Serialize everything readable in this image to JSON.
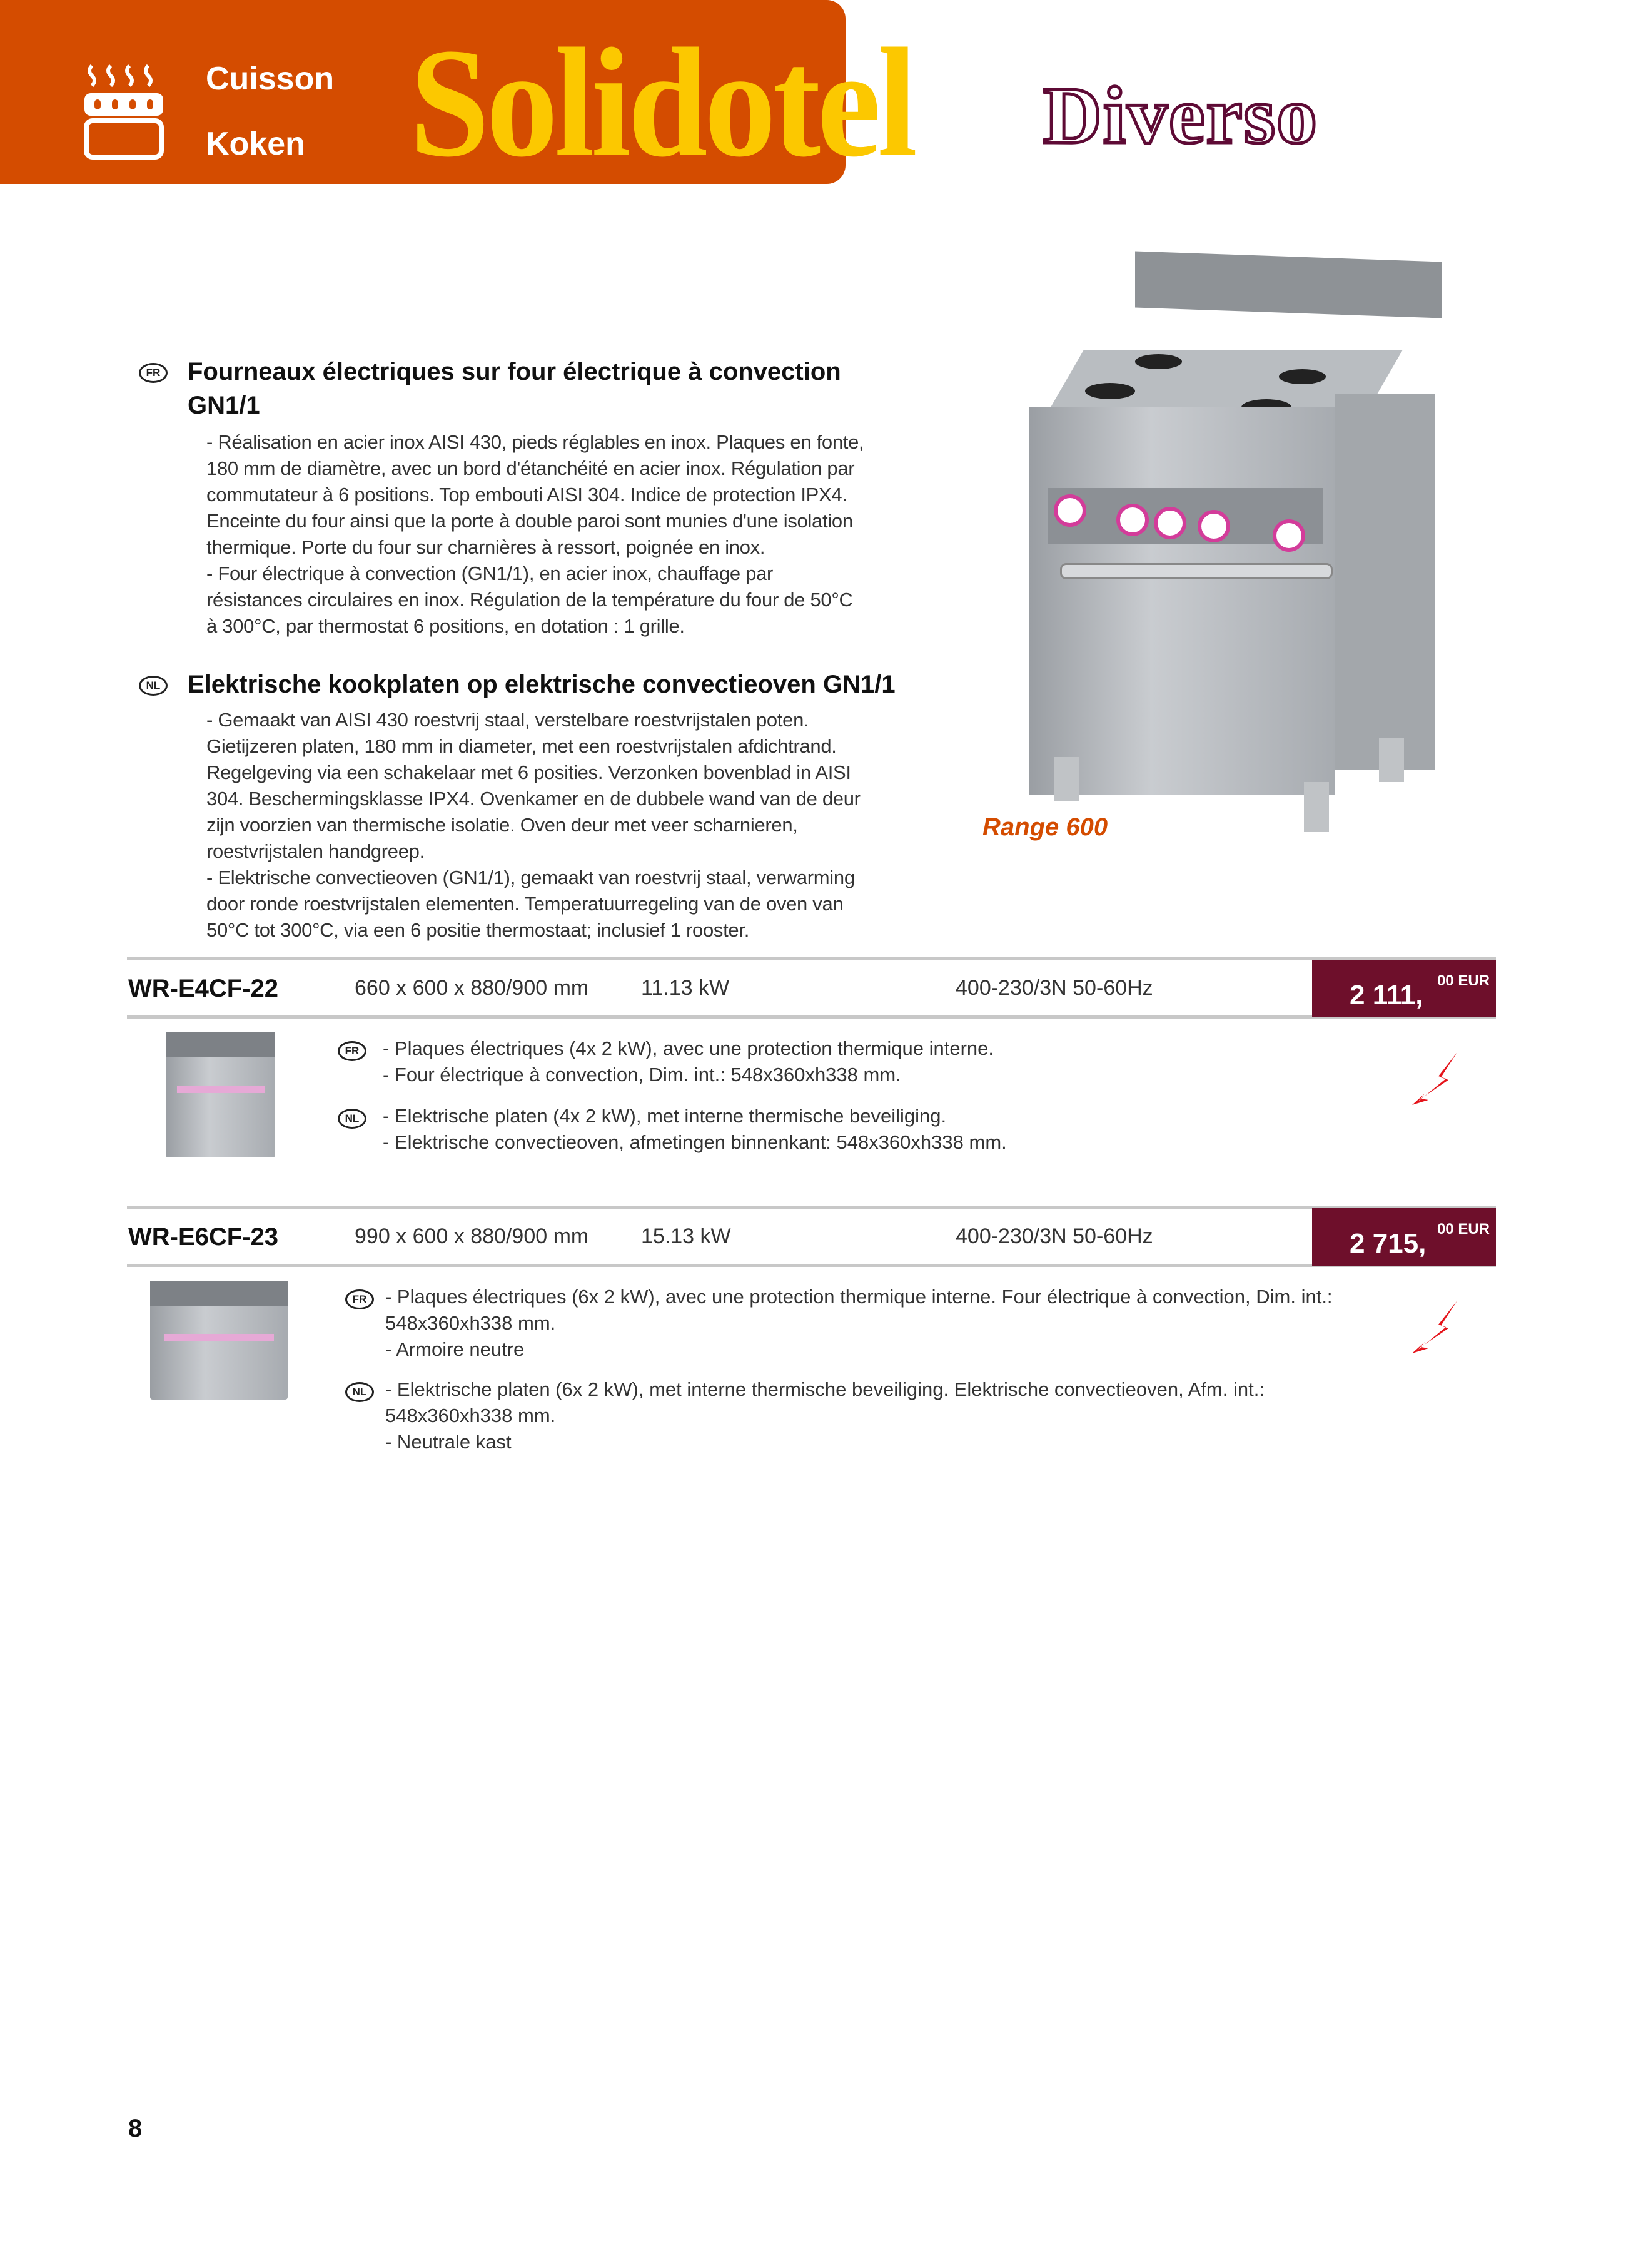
{
  "header": {
    "category_fr": "Cuisson",
    "category_nl": "Koken",
    "brand": "Solidotel",
    "sub_brand": "Diverso",
    "icon": "cooking-stove-icon",
    "accent": "#d44c00"
  },
  "intro": {
    "fr": {
      "flag": "FR",
      "title_lines": [
        "Fourneaux électriques sur four électrique à convection",
        "GN1/1"
      ],
      "lines": [
        "- Réalisation en acier inox AISI 430, pieds réglables en inox. Plaques en fonte,",
        "180 mm de diamètre, avec un bord d'étanchéité en acier inox. Régulation par",
        "commutateur à 6 positions. Top embouti AISI 304. Indice de protection IPX4.",
        "Enceinte du four ainsi que la porte à double paroi sont munies d'une isolation",
        "thermique. Porte du four sur charnières à ressort, poignée en inox.",
        "- Four électrique à convection (GN1/1), en acier inox, chauffage par",
        "résistances circulaires en inox. Régulation de la température du four de 50°C",
        "à 300°C, par thermostat 6 positions, en dotation : 1 grille."
      ]
    },
    "nl": {
      "flag": "NL",
      "title": "Elektrische kookplaten op elektrische convectieoven GN1/1",
      "lines": [
        "- Gemaakt van AISI 430 roestvrij staal, verstelbare roestvrijstalen poten.",
        "Gietijzeren platen, 180 mm in diameter, met een roestvrijstalen afdichtrand.",
        "Regelgeving via een schakelaar met 6 posities. Verzonken bovenblad in AISI",
        "304. Beschermingsklasse IPX4. Ovenkamer en de dubbele wand van de deur",
        "zijn voorzien van thermische isolatie. Oven deur met veer scharnieren,",
        "roestvrijstalen handgreep.",
        "- Elektrische convectieoven (GN1/1), gemaakt van roestvrij staal, verwarming",
        "door ronde roestvrijstalen elementen. Temperatuurregeling van de oven van",
        "50°C tot 300°C, via een 6 positie thermostaat; inclusief 1 rooster."
      ]
    },
    "range_label": "Range 600"
  },
  "products": [
    {
      "code": "WR-E4CF-22",
      "dimensions": "660 x 600 x 880/900 mm",
      "power": "11.13 kW",
      "voltage": "400-230/3N 50-60Hz",
      "price": "2 111,",
      "price_dec": "00 EUR",
      "fr_lines": [
        "- Plaques électriques (4x 2 kW), avec une protection thermique interne.",
        "- Four électrique à convection, Dim. int.: 548x360xh338 mm."
      ],
      "nl_lines": [
        "- Elektrische platen (4x 2 kW), met interne thermische beveiliging.",
        "- Elektrische convectieoven, afmetingen binnenkant: 548x360xh338 mm."
      ]
    },
    {
      "code": "WR-E6CF-23",
      "dimensions": "990 x 600 x 880/900 mm",
      "power": "15.13 kW",
      "voltage": "400-230/3N 50-60Hz",
      "price": "2 715,",
      "price_dec": "00 EUR",
      "fr_lines": [
        "- Plaques électriques (6x 2 kW), avec une protection thermique interne. Four électrique à convection, Dim. int.:",
        "548x360xh338 mm.",
        "- Armoire neutre"
      ],
      "nl_lines": [
        "- Elektrische platen (6x 2 kW), met interne thermische beveiliging. Elektrische convectieoven, Afm. int.:",
        "548x360xh338 mm.",
        "- Neutrale kast"
      ]
    }
  ],
  "flags": {
    "fr": "FR",
    "nl": "NL"
  },
  "page_number": "8"
}
